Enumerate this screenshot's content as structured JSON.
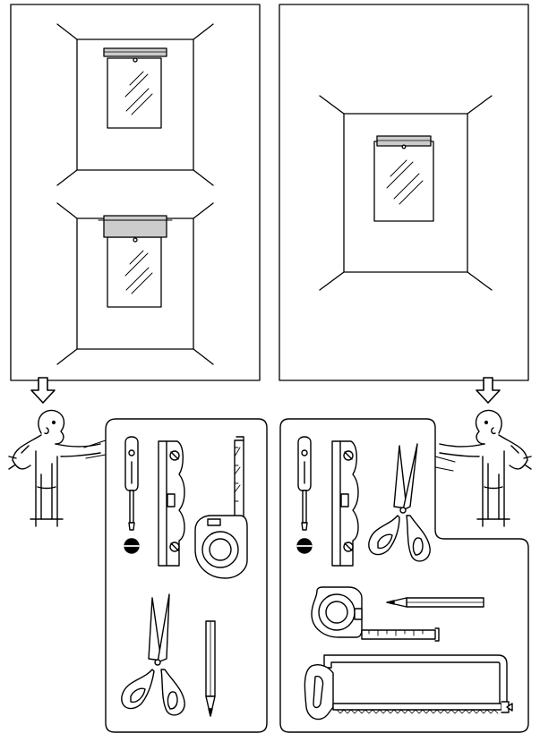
{
  "document": {
    "panels": [
      {
        "scenario": "window-with-surround",
        "variants": [
          "blind-on-wall-above-window",
          "blind-on-wall-above-window-wide"
        ]
      },
      {
        "scenario": "window-recessed",
        "variants": [
          "blind-inside-recess"
        ]
      }
    ],
    "toolkits": [
      {
        "tools": [
          "screwdriver-icon",
          "spirit-level-icon",
          "tape-measure-icon",
          "scissors-icon",
          "pencil-icon"
        ]
      },
      {
        "tools": [
          "screwdriver-icon",
          "spirit-level-icon",
          "scissors-icon",
          "tape-measure-icon",
          "pencil-icon",
          "hacksaw-icon"
        ]
      }
    ],
    "colors": {
      "line": "#000000",
      "blind_fill": "#cccccc",
      "background": "#ffffff"
    }
  }
}
